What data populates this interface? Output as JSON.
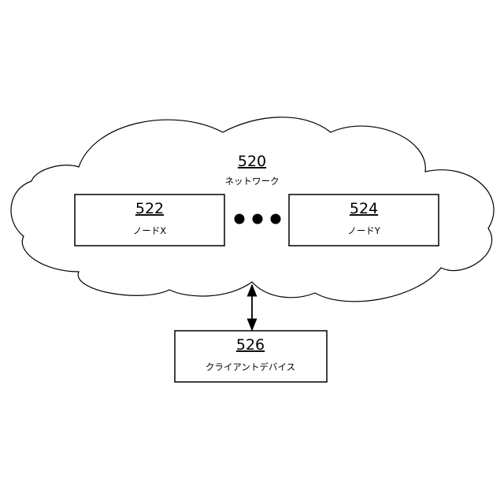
{
  "network": {
    "number": "520",
    "label": "ネットワーク"
  },
  "node_x": {
    "number": "522",
    "label": "ノードX"
  },
  "node_y": {
    "number": "524",
    "label": "ノードY"
  },
  "client_device": {
    "number": "526",
    "label": "クライアントデバイス"
  },
  "ellipsis_dot_count": 3
}
